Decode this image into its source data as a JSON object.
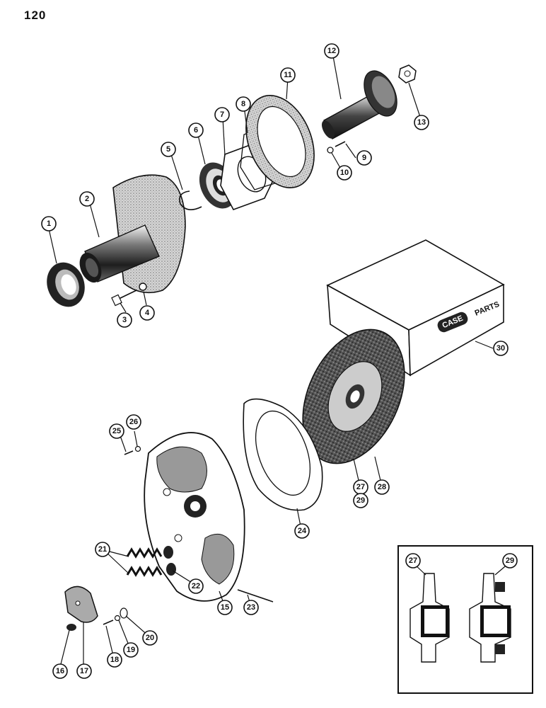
{
  "page_number": "120",
  "box_brand": "CASE",
  "box_brand_subtext": "PARTS",
  "box_small_text": "CASE PARTS",
  "inset_labels": [
    "27",
    "29"
  ],
  "callouts": [
    "1",
    "2",
    "3",
    "4",
    "5",
    "6",
    "7",
    "8",
    "9",
    "10",
    "11",
    "12",
    "13",
    "15",
    "16",
    "17",
    "18",
    "19",
    "20",
    "21",
    "22",
    "23",
    "24",
    "25",
    "26",
    "27",
    "28",
    "29",
    "30"
  ],
  "colors": {
    "ink": "#111111",
    "paper": "#ffffff",
    "shade": "#9a9a9a",
    "dark": "#2a2a2a"
  }
}
